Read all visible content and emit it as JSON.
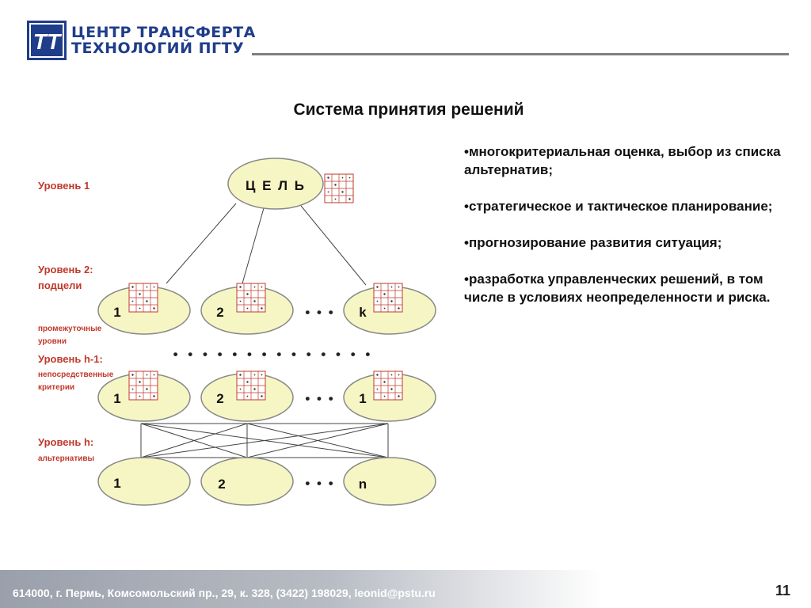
{
  "header": {
    "logo_text": "TT",
    "org_name_line1": "ЦЕНТР ТРАНСФЕРТА",
    "org_name_line2": "ТЕХНОЛОГИЙ  ПГТУ"
  },
  "slide": {
    "title": "Система принятия решений",
    "page_number": "11"
  },
  "diagram": {
    "levels": {
      "level1": "Уровень 1",
      "level2_title": "Уровень 2:",
      "level2_sub": "подцели",
      "intermediate_line1": "промежуточные",
      "intermediate_line2": "уровни",
      "levelh1_title": "Уровень h-1:",
      "levelh1_sub1": "непосредственные",
      "levelh1_sub2": "критерии",
      "levelh_title": "Уровень h:",
      "levelh_sub": "альтернативы"
    },
    "goal_label": "Ц Е Л Ь",
    "subgoals": [
      "1",
      "2",
      "k"
    ],
    "criteria": [
      "1",
      "2",
      "1"
    ],
    "alternatives": [
      "1",
      "2",
      "n"
    ],
    "ellipsis_short": "• • •",
    "ellipsis_long": "• • • • • • • • • • • • • •",
    "ellipse_fill": "#f6f6c4",
    "label_color": "#c0392b"
  },
  "bullets": [
    "•многокритериальная оценка, выбор из списка альтернатив;",
    "•стратегическое и тактическое планирование;",
    "•прогнозирование развития ситуация;",
    "•разработка управленческих решений, в том числе в условиях неопределенности и риска."
  ],
  "footer": {
    "text": "614000, г. Пермь, Комсомольский пр., 29, к. 328, (3422) 198029, leonid@pstu.ru"
  }
}
